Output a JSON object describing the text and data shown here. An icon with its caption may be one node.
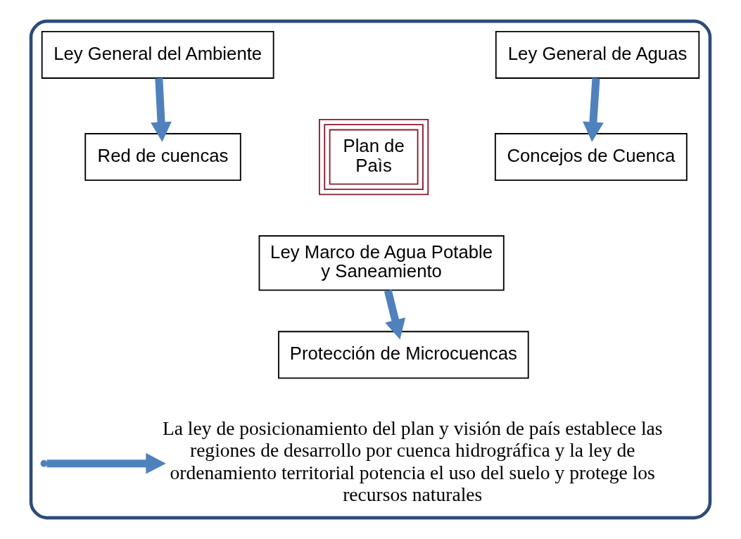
{
  "diagram": {
    "nodes": [
      {
        "text": [],
        "shape": "box"
      },
      {
        "text": [
          "Ley General del Ambiente"
        ],
        "in": 0
      },
      {
        "text": [
          "Red de cuencas"
        ],
        "in": 0
      },
      {
        "text": [
          "Plan de Paìs"
        ],
        "in": 0
      },
      {
        "text": [
          "Ley General de Aguas"
        ],
        "in": 0
      },
      {
        "text": [
          "Concejos de Cuenca"
        ],
        "in": 0
      },
      {
        "text": [
          "Ley Marco de Agua Potable y Saneamiento"
        ],
        "in": 0
      },
      {
        "text": [
          "Protección de Microcuencas"
        ],
        "in": 0
      },
      {
        "text": [
          "La ley de posicionamiento del plan y visión de país establece las regiones de desarrollo por cuenca hidrográfica y la ley de ordenamiento territorial potencia el uso del suelo y protege los recursos naturales"
        ],
        "in": 0
      }
    ],
    "edges": [
      {
        "from": 1,
        "to": 2,
        "arrow": "to"
      },
      {
        "from": 4,
        "to": 5,
        "arrow": "to"
      },
      {
        "from": 6,
        "to": 7,
        "arrow": "to"
      },
      {
        "from": null,
        "to": 8,
        "arrow": "to"
      }
    ]
  }
}
